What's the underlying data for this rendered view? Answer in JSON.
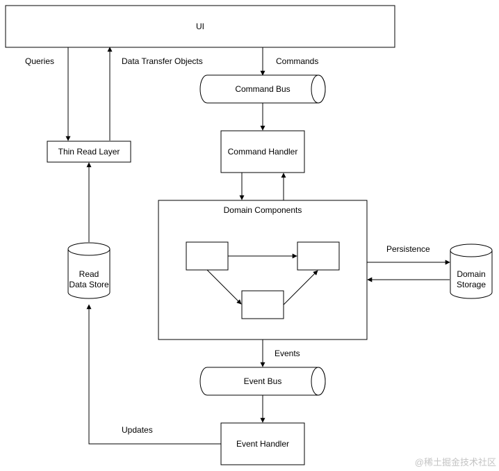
{
  "nodes": {
    "ui": "UI",
    "command_bus": "Command Bus",
    "command_handler": "Command Handler",
    "domain_components": "Domain Components",
    "thin_read_layer": "Thin Read Layer",
    "read_data_store": [
      "Read",
      "Data Store"
    ],
    "domain_storage": [
      "Domain",
      "Storage"
    ],
    "event_bus": "Event Bus",
    "event_handler": "Event Handler"
  },
  "edges": {
    "queries": "Queries",
    "data_transfer_objects": "Data Transfer Objects",
    "commands": "Commands",
    "persistence": "Persistence",
    "events": "Events",
    "updates": "Updates"
  },
  "watermark": "@稀土掘金技术社区"
}
